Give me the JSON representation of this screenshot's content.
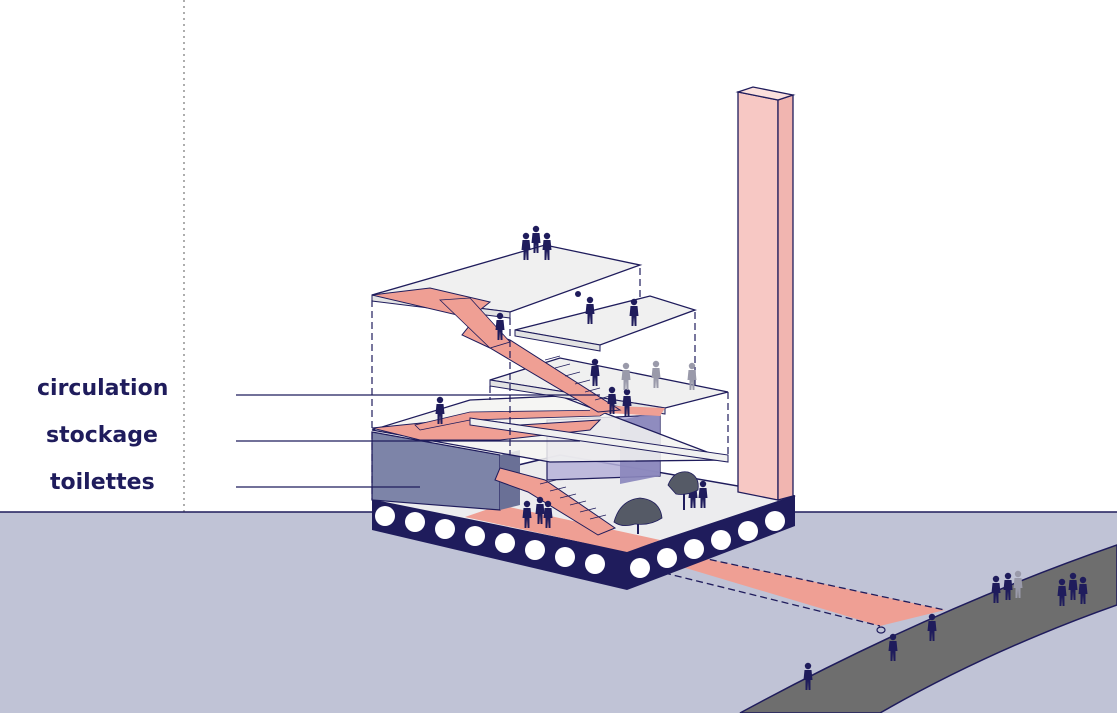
{
  "labels": {
    "circulation": "circulation",
    "stockage": "stockage",
    "toilettes": "toilettes"
  },
  "colors": {
    "outline": "#1f1c5c",
    "ground": "#c0c3d6",
    "circulation": "#ef9f94",
    "tower": "#f7c8c4",
    "storage_volume": "#9c98c6",
    "toilet_volume": "#7d84a8",
    "slab": "#efefef",
    "base": "#1f1c5c",
    "road": "#6e6e6e",
    "silhouette": "#1f1c5c"
  },
  "icons": [
    "person-silhouette-icon",
    "tree-icon",
    "ball-icon",
    "racket-icon"
  ]
}
